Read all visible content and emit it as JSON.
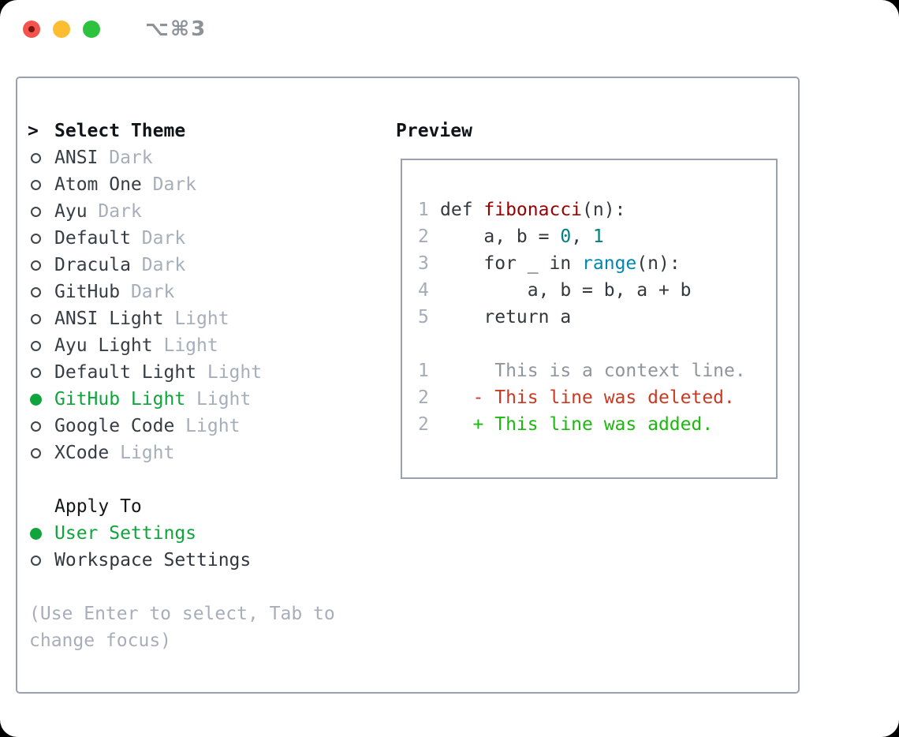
{
  "titlebar": {
    "shortcut_label": "⌥⌘3"
  },
  "theme_selector": {
    "caret": ">",
    "header": "Select Theme",
    "items": [
      {
        "name": "ANSI",
        "variant": "Dark",
        "selected": false
      },
      {
        "name": "Atom One",
        "variant": "Dark",
        "selected": false
      },
      {
        "name": "Ayu",
        "variant": "Dark",
        "selected": false
      },
      {
        "name": "Default",
        "variant": "Dark",
        "selected": false
      },
      {
        "name": "Dracula",
        "variant": "Dark",
        "selected": false
      },
      {
        "name": "GitHub",
        "variant": "Dark",
        "selected": false
      },
      {
        "name": "ANSI Light",
        "variant": "Light",
        "selected": false
      },
      {
        "name": "Ayu Light",
        "variant": "Light",
        "selected": false
      },
      {
        "name": "Default Light",
        "variant": "Light",
        "selected": false
      },
      {
        "name": "GitHub Light",
        "variant": "Light",
        "selected": true
      },
      {
        "name": "Google Code",
        "variant": "Light",
        "selected": false
      },
      {
        "name": "XCode",
        "variant": "Light",
        "selected": false
      }
    ]
  },
  "apply_to": {
    "header": "Apply To",
    "options": [
      {
        "label": "User Settings",
        "selected": true
      },
      {
        "label": "Workspace Settings",
        "selected": false
      }
    ]
  },
  "hint": "(Use Enter to select, Tab to change focus)",
  "preview": {
    "header": "Preview",
    "code_lines": [
      {
        "num": "1",
        "segments": [
          {
            "t": "def ",
            "s": "keyword"
          },
          {
            "t": "fibonacci",
            "s": "function"
          },
          {
            "t": "(n):",
            "s": "plain"
          }
        ]
      },
      {
        "num": "2",
        "segments": [
          {
            "t": "    a, b = ",
            "s": "plain"
          },
          {
            "t": "0",
            "s": "number"
          },
          {
            "t": ", ",
            "s": "plain"
          },
          {
            "t": "1",
            "s": "number"
          }
        ]
      },
      {
        "num": "3",
        "segments": [
          {
            "t": "    ",
            "s": "plain"
          },
          {
            "t": "for",
            "s": "keyword"
          },
          {
            "t": " _ ",
            "s": "plain"
          },
          {
            "t": "in",
            "s": "keyword"
          },
          {
            "t": " ",
            "s": "plain"
          },
          {
            "t": "range",
            "s": "builtin"
          },
          {
            "t": "(n):",
            "s": "plain"
          }
        ]
      },
      {
        "num": "4",
        "segments": [
          {
            "t": "        a, b = b, a + b",
            "s": "plain"
          }
        ]
      },
      {
        "num": "5",
        "segments": [
          {
            "t": "    ",
            "s": "plain"
          },
          {
            "t": "return",
            "s": "keyword"
          },
          {
            "t": " a",
            "s": "plain"
          }
        ]
      }
    ],
    "diff_lines": [
      {
        "num": "1",
        "segments": [
          {
            "t": "     This is a context line.",
            "s": "context"
          }
        ]
      },
      {
        "num": "2",
        "segments": [
          {
            "t": "   - This line was deleted.",
            "s": "deleted"
          }
        ]
      },
      {
        "num": "2",
        "segments": [
          {
            "t": "   + This line was added.",
            "s": "added"
          }
        ]
      }
    ]
  },
  "colors": {
    "border": "#98a1ad",
    "header_text": "#101419",
    "plain_text": "#32383e",
    "variant_gray": "#a6aeba",
    "hint_gray": "#a7aeba",
    "title_gray": "#8d9299",
    "selected_green": "#0fa53c",
    "added_green": "#1db80f",
    "deleted_red": "#c93a22",
    "function_red": "#990000",
    "number_teal": "#008080",
    "builtin_blue": "#0086b3",
    "line_number_gray": "#a4acb8",
    "context_gray": "#8f959b",
    "traffic_red": "#f4544d",
    "traffic_red_dot": "#76150f",
    "traffic_yellow": "#fcbd31",
    "traffic_green": "#2dc23e"
  }
}
